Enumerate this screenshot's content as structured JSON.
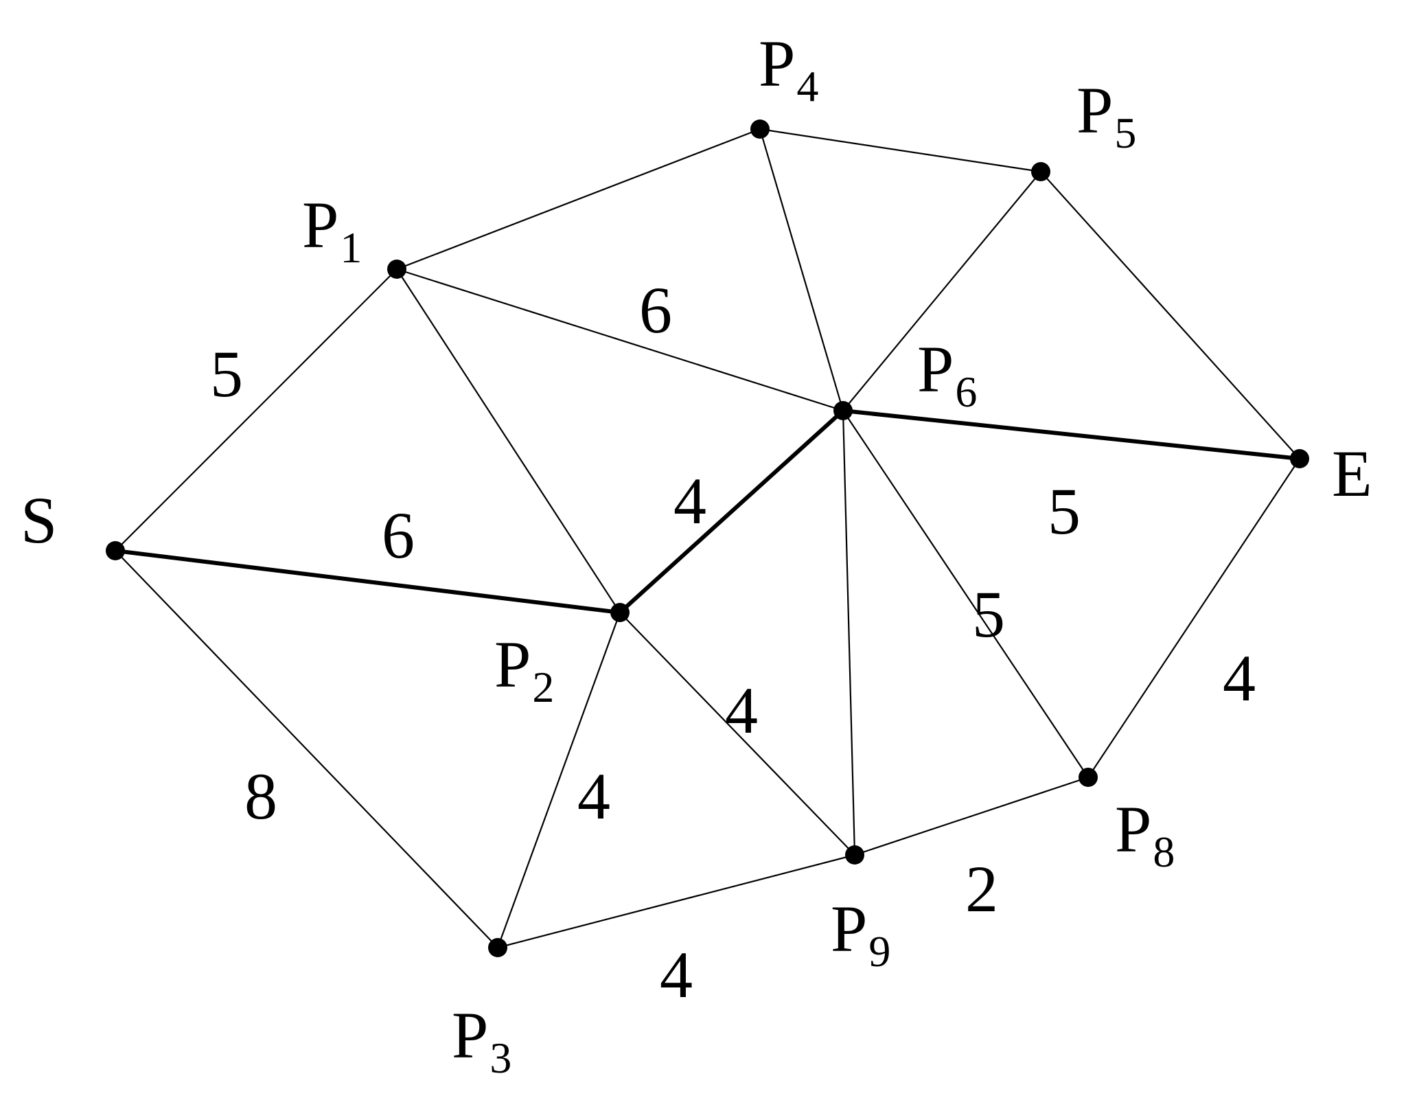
{
  "diagram": {
    "colors": {
      "line": "#000000",
      "path": "#0a1fd6",
      "node": "#000000",
      "background": "#ffffff"
    },
    "nodes": [
      {
        "id": "S",
        "base": "S",
        "sub": ""
      },
      {
        "id": "P1",
        "base": "P",
        "sub": "1"
      },
      {
        "id": "P2",
        "base": "P",
        "sub": "2"
      },
      {
        "id": "P3",
        "base": "P",
        "sub": "3"
      },
      {
        "id": "P4",
        "base": "P",
        "sub": "4"
      },
      {
        "id": "P5",
        "base": "P",
        "sub": "5"
      },
      {
        "id": "P6",
        "base": "P",
        "sub": "6"
      },
      {
        "id": "P8",
        "base": "P",
        "sub": "8"
      },
      {
        "id": "P9",
        "base": "P",
        "sub": "9"
      },
      {
        "id": "E",
        "base": "E",
        "sub": ""
      }
    ],
    "edges": [
      {
        "from": "S",
        "to": "P1",
        "weight": "5",
        "highlight": false
      },
      {
        "from": "S",
        "to": "P2",
        "weight": "6",
        "highlight": true
      },
      {
        "from": "S",
        "to": "P3",
        "weight": "8",
        "highlight": false
      },
      {
        "from": "P1",
        "to": "P4",
        "weight": "",
        "highlight": false
      },
      {
        "from": "P1",
        "to": "P6",
        "weight": "6",
        "highlight": false
      },
      {
        "from": "P1",
        "to": "P2",
        "weight": "",
        "highlight": false
      },
      {
        "from": "P4",
        "to": "P5",
        "weight": "",
        "highlight": false
      },
      {
        "from": "P4",
        "to": "P6",
        "weight": "",
        "highlight": false
      },
      {
        "from": "P5",
        "to": "P6",
        "weight": "",
        "highlight": false
      },
      {
        "from": "P5",
        "to": "E",
        "weight": "",
        "highlight": false
      },
      {
        "from": "P2",
        "to": "P6",
        "weight": "4",
        "highlight": true
      },
      {
        "from": "P6",
        "to": "E",
        "weight": "5",
        "highlight": true
      },
      {
        "from": "P6",
        "to": "P9",
        "weight": "",
        "highlight": false
      },
      {
        "from": "P6",
        "to": "P8",
        "weight": "5",
        "highlight": false
      },
      {
        "from": "P2",
        "to": "P3",
        "weight": "4",
        "highlight": false
      },
      {
        "from": "P2",
        "to": "P9",
        "weight": "4",
        "highlight": false
      },
      {
        "from": "P3",
        "to": "P9",
        "weight": "4",
        "highlight": false
      },
      {
        "from": "P9",
        "to": "P8",
        "weight": "2",
        "highlight": false
      },
      {
        "from": "P8",
        "to": "E",
        "weight": "4",
        "highlight": false
      }
    ]
  }
}
